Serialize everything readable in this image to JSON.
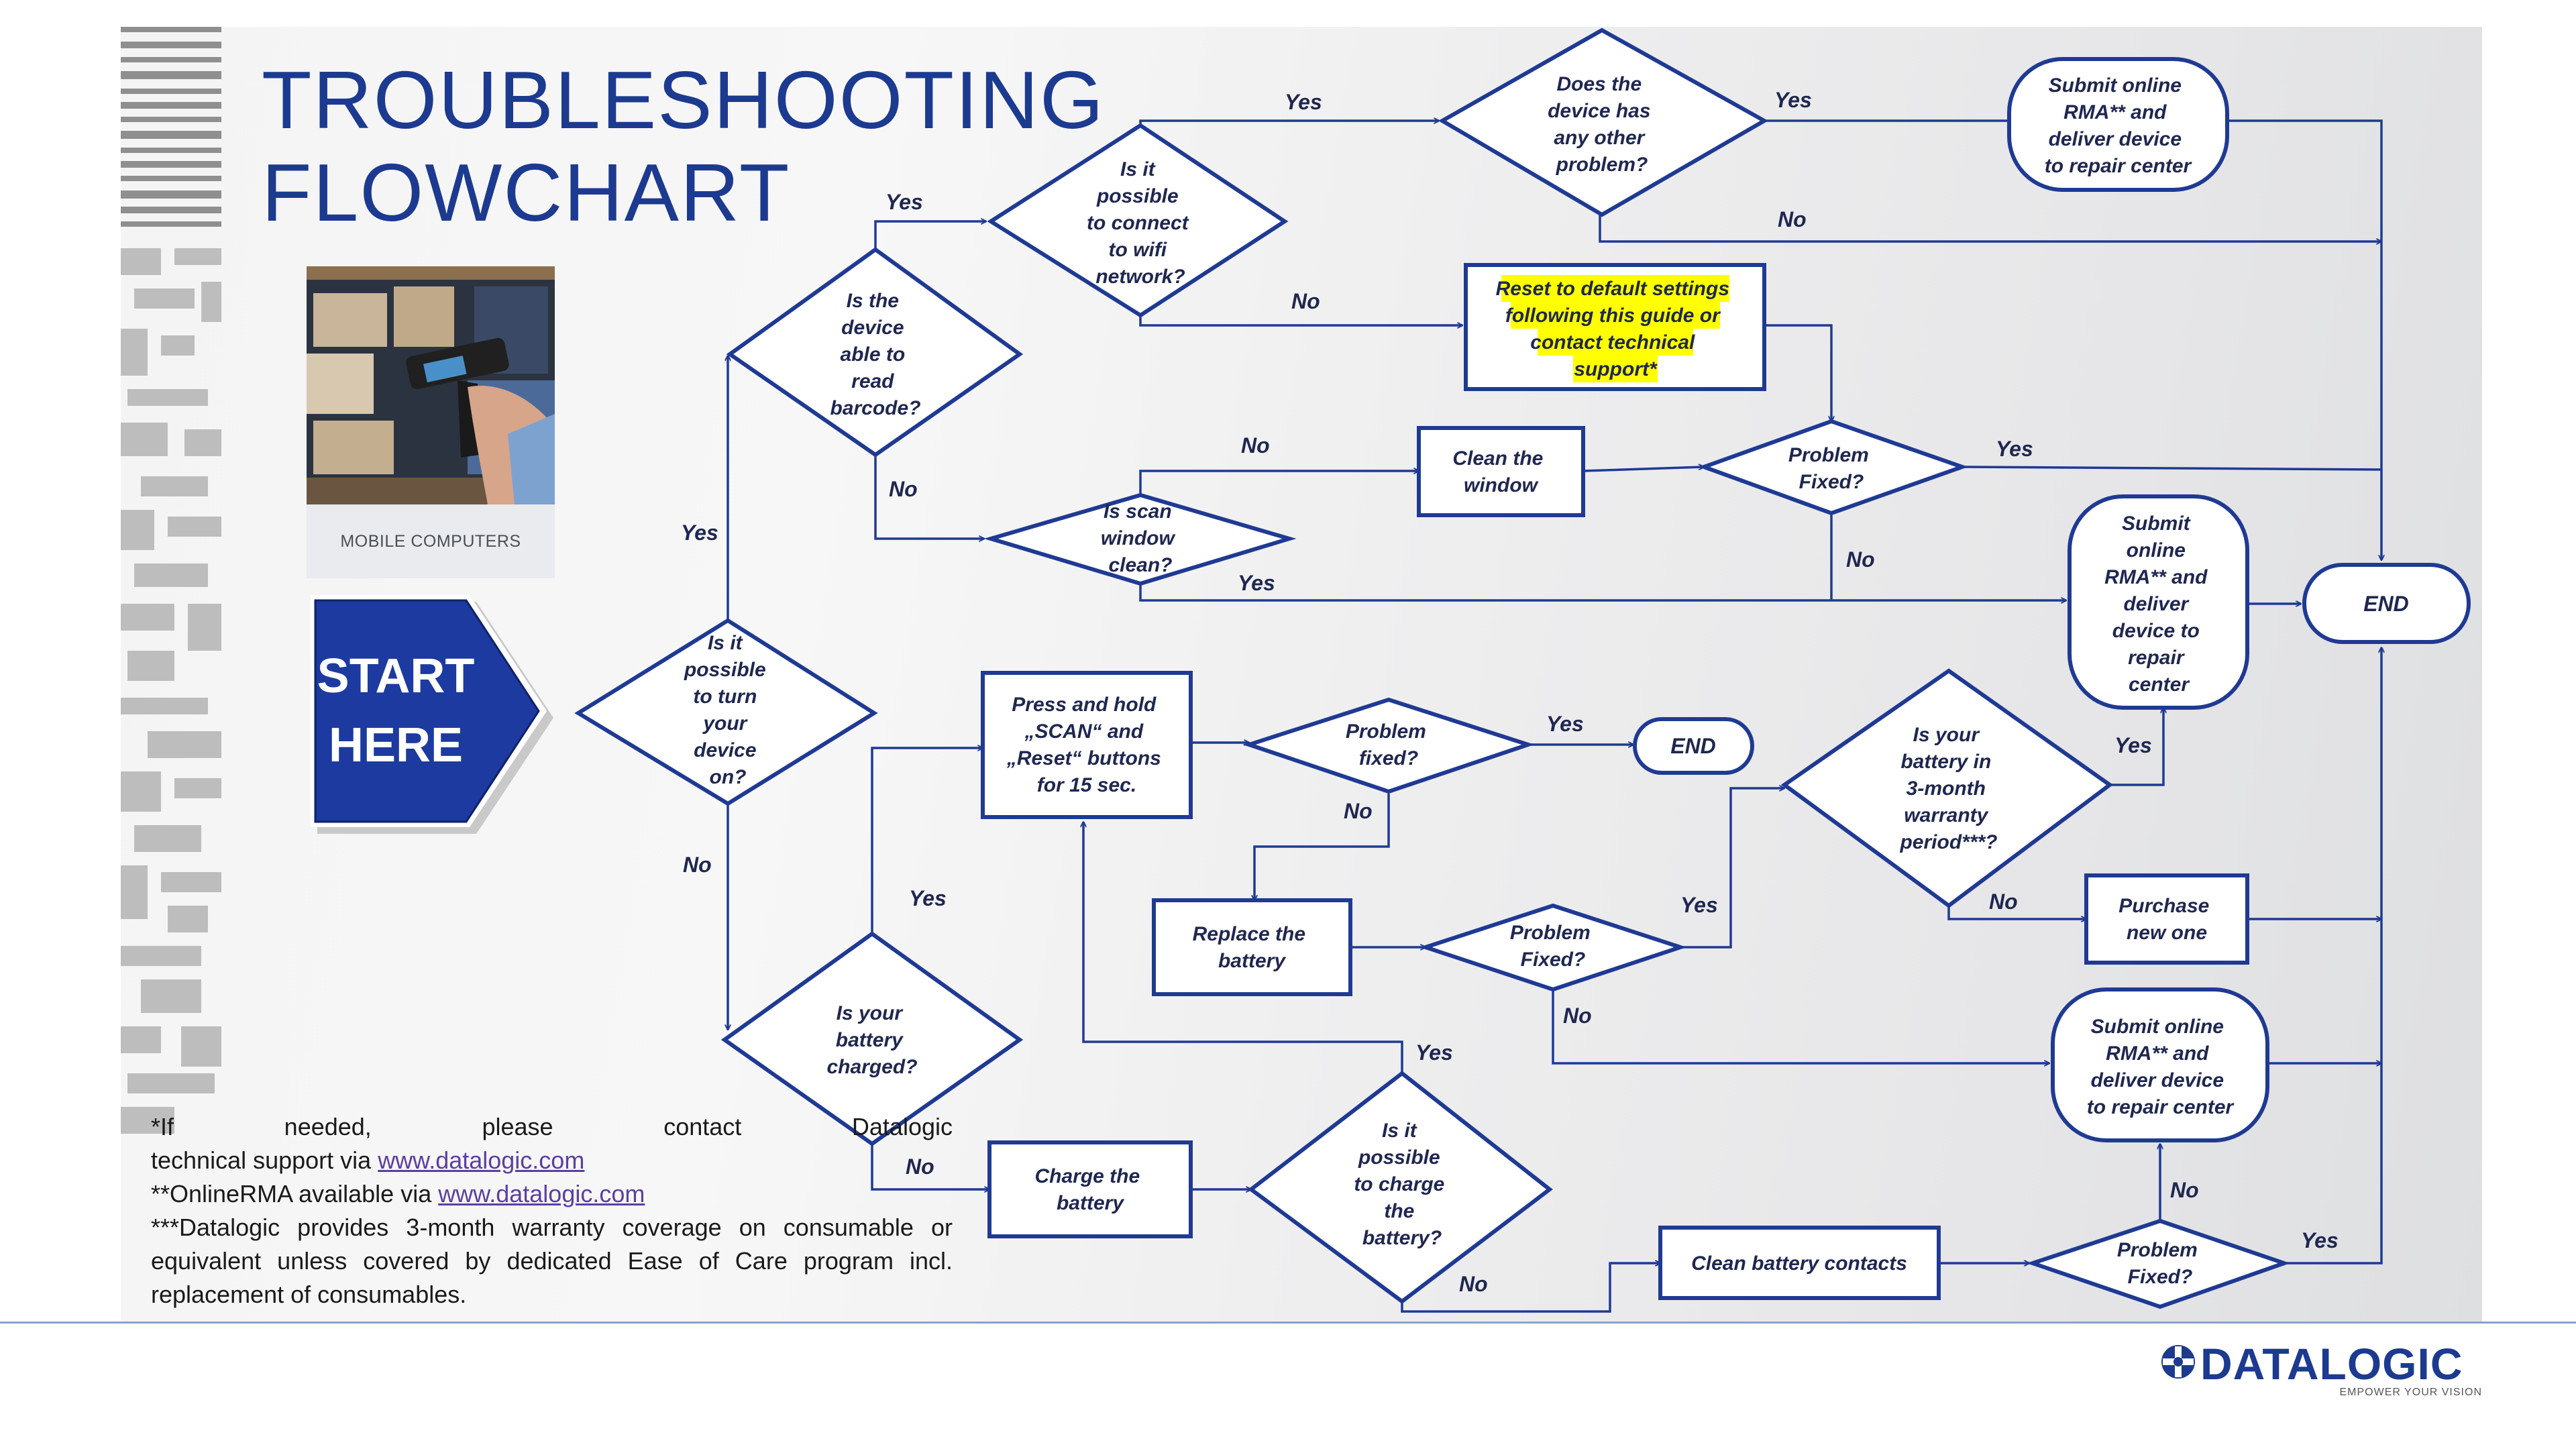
{
  "title": {
    "line1": "TROUBLESHOOTING",
    "line2": "FLOWCHART"
  },
  "photo": {
    "caption": "MOBILE COMPUTERS"
  },
  "start": {
    "line1": "START",
    "line2": "HERE"
  },
  "nodes": {
    "turn_on": [
      "Is it",
      "possible",
      "to turn",
      "your",
      "device",
      "on?"
    ],
    "read_barcode": [
      "Is the",
      "device",
      "able to",
      "read",
      "barcode?"
    ],
    "wifi": [
      "Is it",
      "possible",
      "to connect",
      "to wifi",
      "network?"
    ],
    "other_problem": [
      "Does the",
      "device has",
      "any other",
      "problem?"
    ],
    "rma_top": [
      "Submit online",
      "RMA** and",
      "deliver device",
      "to repair center"
    ],
    "reset": [
      "Reset to default settings",
      "following this guide or",
      "contact technical",
      "support*"
    ],
    "scan_window": [
      "Is scan",
      "window",
      "clean?"
    ],
    "clean_window": [
      "Clean the",
      "window"
    ],
    "fixed_1": [
      "Problem",
      "Fixed?"
    ],
    "rma_mid": [
      "Submit",
      "online",
      "RMA** and",
      "deliver",
      "device to",
      "repair",
      "center"
    ],
    "end_main": [
      "END"
    ],
    "press_hold": [
      "Press and hold",
      "„SCAN“ and",
      "„Reset“ buttons",
      "for 15 sec."
    ],
    "fixed_2": [
      "Problem",
      "fixed?"
    ],
    "end_small": [
      "END"
    ],
    "warranty": [
      "Is your",
      "battery  in",
      "3-month",
      "warranty",
      "period***?"
    ],
    "replace_battery": [
      "Replace the",
      "battery"
    ],
    "fixed_3": [
      "Problem",
      "Fixed?"
    ],
    "purchase": [
      "Purchase",
      "new  one"
    ],
    "battery_charged": [
      "Is your",
      "battery",
      "charged?"
    ],
    "rma_low": [
      "Submit online",
      "RMA** and",
      "deliver device",
      "to repair center"
    ],
    "charge_battery": [
      "Charge the",
      "battery"
    ],
    "can_charge": [
      "Is it",
      "possible",
      "to charge",
      "the",
      "battery?"
    ],
    "clean_contacts": [
      "Clean  battery contacts"
    ],
    "fixed_4": [
      "Problem",
      "Fixed?"
    ]
  },
  "edge_labels": {
    "yes": "Yes",
    "no": "No"
  },
  "footnotes": {
    "f1_a": "*If   needed,   please   contact   Datalogic",
    "f1_b": "technical support via ",
    "f1_link": "www.datalogic.com",
    "f2_a": "**OnlineRMA available via ",
    "f2_link": "www.datalogic.com",
    "f3_a": "***Datalogic provides 3-month warranty coverage on consumable or",
    "f3_b": "equivalent unless covered by dedicated Ease of Care program incl.",
    "f3_c": "replacement of consumables."
  },
  "logo": {
    "name": "DATALOGIC",
    "tagline": "EMPOWER YOUR VISION"
  },
  "colors": {
    "primary": "#1c3a8f",
    "stroke": "#1f3a93",
    "highlight": "#ffff00"
  }
}
